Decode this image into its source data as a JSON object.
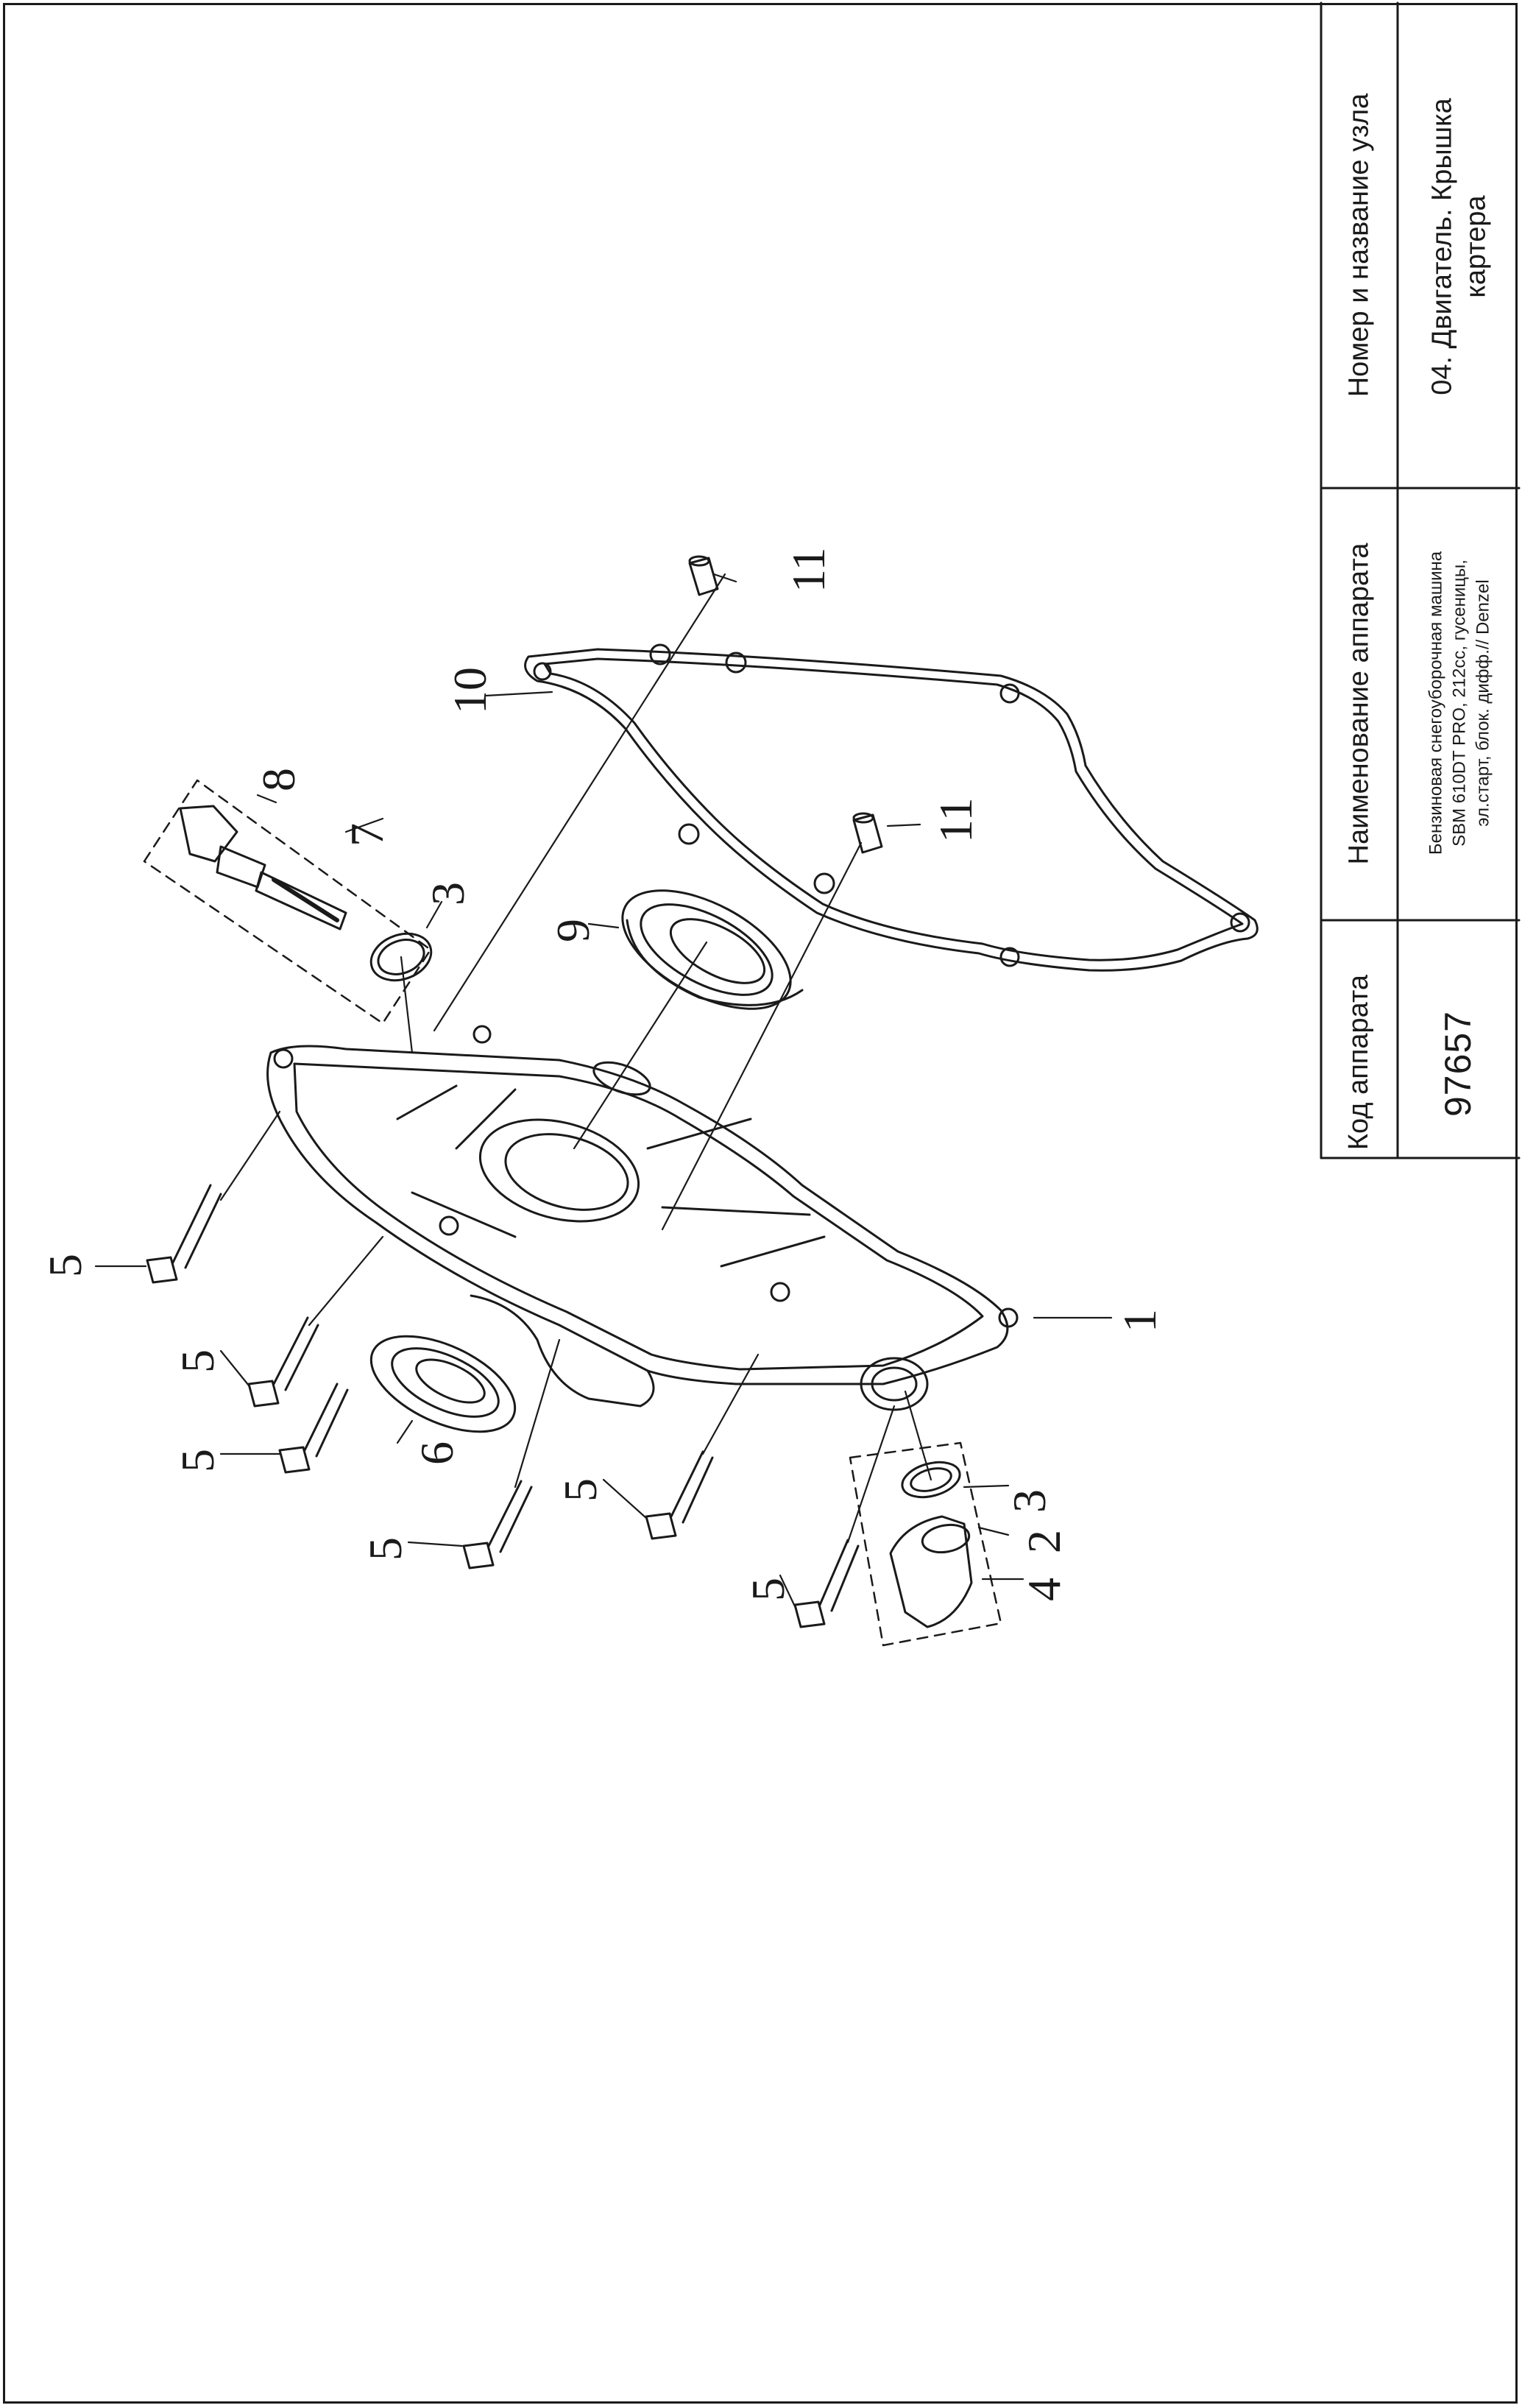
{
  "title_block": {
    "code_header": "Код аппарата",
    "code_value": "97657",
    "apparatus_header": "Наименование аппарата",
    "apparatus_lines": [
      "Бензиновая снегоуборочная машина",
      "SBM 610DT PRO, 212cc, гусеницы,",
      "эл.старт, блок. дифф.// Denzel"
    ],
    "node_header": "Номер и название узла",
    "node_lines": [
      "04. Двигатель. Крышка",
      "картера"
    ]
  },
  "part_callouts": [
    "1",
    "2",
    "3",
    "3",
    "4",
    "5",
    "5",
    "5",
    "5",
    "5",
    "5",
    "6",
    "7",
    "8",
    "9",
    "10",
    "11",
    "11"
  ],
  "icons": {
    "cover": "crankcase-cover-icon",
    "gasket": "gasket-icon",
    "bearing": "bearing-icon",
    "seal": "oil-seal-icon",
    "bolt": "bolt-icon",
    "dipstick": "dipstick-icon",
    "oring": "o-ring-icon",
    "plug": "drain-plug-icon",
    "pin": "dowel-pin-icon"
  },
  "colors": {
    "ink": "#1a1a1a",
    "paper": "#ffffff"
  }
}
